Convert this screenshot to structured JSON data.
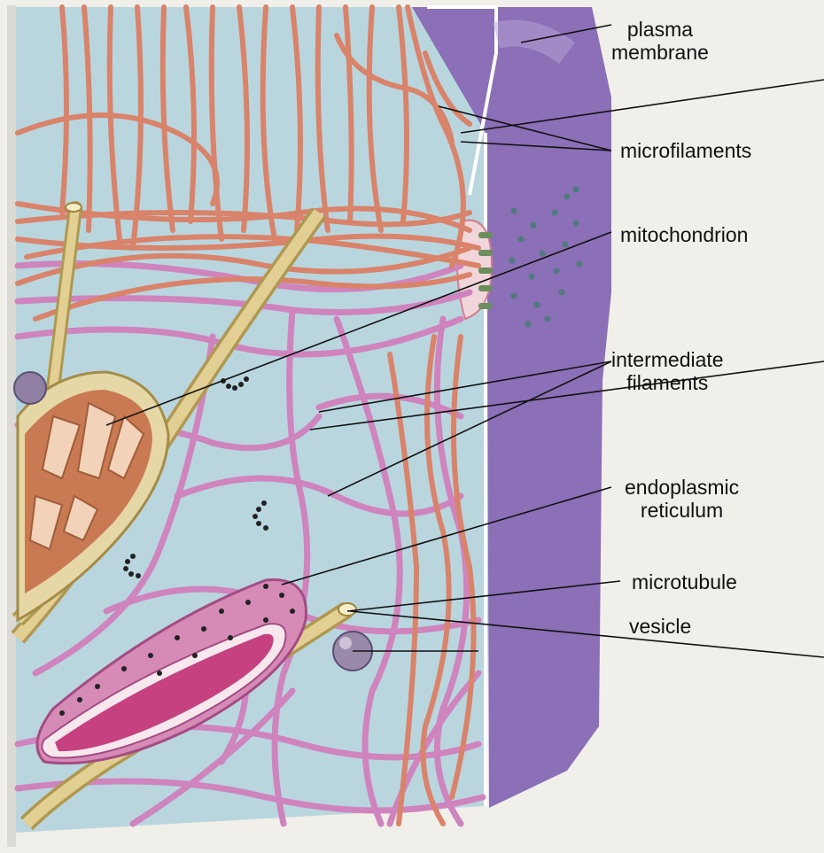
{
  "colors": {
    "cytoplasm": "#b9d6df",
    "membrane": "#8b6fb7",
    "membrane_light": "#b9a6d8",
    "microfilament": "#d9836a",
    "intermediate_filament": "#d98fc3",
    "microtubule": "#d8c48a",
    "mitochondrion": "#c97a52",
    "er": "#c9539a",
    "vesicle": "#8e7fa3"
  },
  "labels": {
    "plasma_membrane": [
      "plasma",
      "membrane"
    ],
    "microfilaments": [
      "microfilaments"
    ],
    "mitochondrion": [
      "mitochondrion"
    ],
    "intermediate_filaments": [
      "intermediate",
      "filaments"
    ],
    "endoplasmic_reticulum": [
      "endoplasmic",
      "reticulum"
    ],
    "microtubule": [
      "microtubule"
    ],
    "vesicle": [
      "vesicle"
    ]
  }
}
